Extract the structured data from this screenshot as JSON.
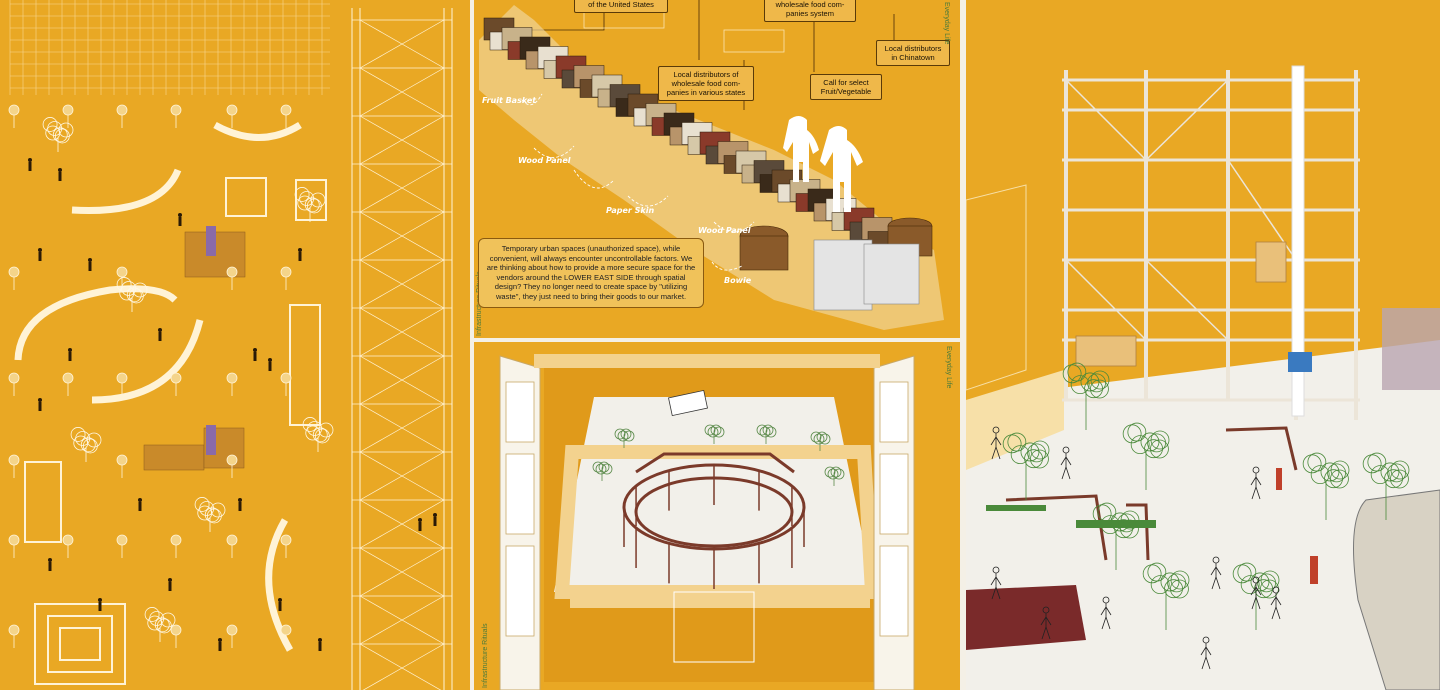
{
  "callouts": {
    "us": "of the United States",
    "wholesale_system": "wholesale food com-\npanies system",
    "local_states": "Local distributors of\nwholesale food com-\npanies in various states",
    "chinatown": "Local distributors\nin Chinatown",
    "select": "Call for select\nFruit/Vegetable"
  },
  "materials": {
    "fruit_basket": "Fruit Basket",
    "wood_panel_1": "Wood Panel",
    "paper_skin": "Paper Skin",
    "wood_panel_2": "Wood Panel",
    "bowie": "Bowie"
  },
  "description": "Temporary urban spaces (unauthorized space), while convenient, will always encounter uncontrollable factors. We are thinking about how to provide a more secure space for the vendors around the LOWER EAST SIDE through spatial design? They no longer need to create space by \"utilizing waste\", they just need to bring their goods to our market.",
  "side_labels": {
    "infra_top": "Infrastructure Rituals",
    "everyday_top": "Everyday Life",
    "infra_bot": "Infrastructure Rituals",
    "everyday_bot": "Everyday Life"
  },
  "colors": {
    "panel_orange": "#e9a824",
    "line_white": "#fff3d6",
    "steel": "#7b3a2a",
    "plaza": "#f2f0ea"
  }
}
